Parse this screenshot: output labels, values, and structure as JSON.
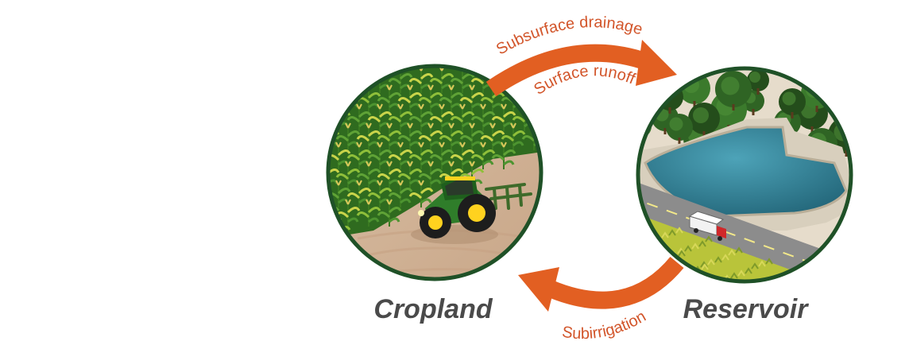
{
  "colors": {
    "arrow": "#e25f22",
    "flow_text": "#d2552a",
    "node_text": "#4a4a4a",
    "ring": "#1f5127",
    "field": "#d8b89a",
    "crop": "#3f8a2a",
    "water": "#2f7f94",
    "forest": "#2d5e22",
    "road": "#8c8c8c"
  },
  "nodes": {
    "cropland": {
      "label": "Cropland",
      "icon": "tractor-icon"
    },
    "reservoir": {
      "label": "Reservoir",
      "icon": "truck-icon"
    }
  },
  "flows": {
    "subsurface_drainage": "Subsurface drainage",
    "surface_runoff": "Surface runoff",
    "subirrigation": "Subirrigation"
  }
}
